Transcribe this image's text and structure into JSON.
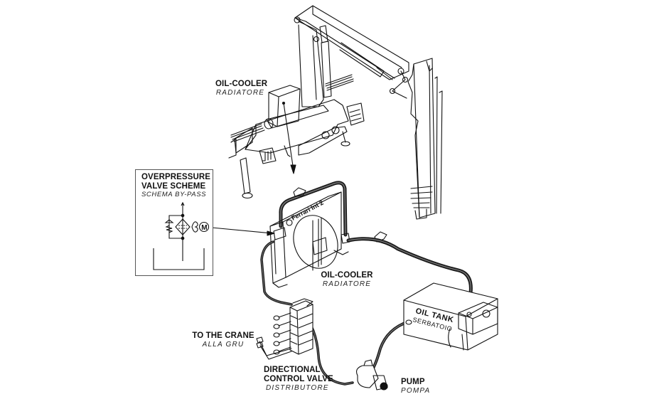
{
  "diagram": {
    "title": "Crane hydraulic circuit with oil-cooler",
    "labels": {
      "oil_cooler_top": {
        "en": "OIL-COOLER",
        "it": "RADIATORE"
      },
      "overpressure": {
        "en_line1": "OVERPRESSURE",
        "en_line2": "VALVE SCHEME",
        "it": "SCHEMA BY-PASS"
      },
      "oil_cooler_main": {
        "en": "OIL-COOLER",
        "it": "RADIATORE"
      },
      "to_crane": {
        "en": "TO THE CRANE",
        "it": "ALLA GRU"
      },
      "directional_valve": {
        "en_line1": "DIRECTIONAL",
        "en_line2": "CONTROL VALVE",
        "it": "DISTRIBUTORE"
      },
      "pump": {
        "en": "PUMP",
        "it": "POMPA"
      },
      "oil_tank": {
        "en": "OIL TANK",
        "it": "SERBATOIO"
      },
      "cooler_brand": "Ferrari Int 2",
      "motor_symbol": "M"
    },
    "components": [
      "crane",
      "oil-cooler",
      "overpressure-valve-scheme",
      "directional-control-valve",
      "pump",
      "oil-tank",
      "hoses"
    ],
    "colors": {
      "ink": "#111111",
      "paper": "#ffffff",
      "hose": "#1a1a1a",
      "hose_core": "#6b6b6b"
    }
  }
}
